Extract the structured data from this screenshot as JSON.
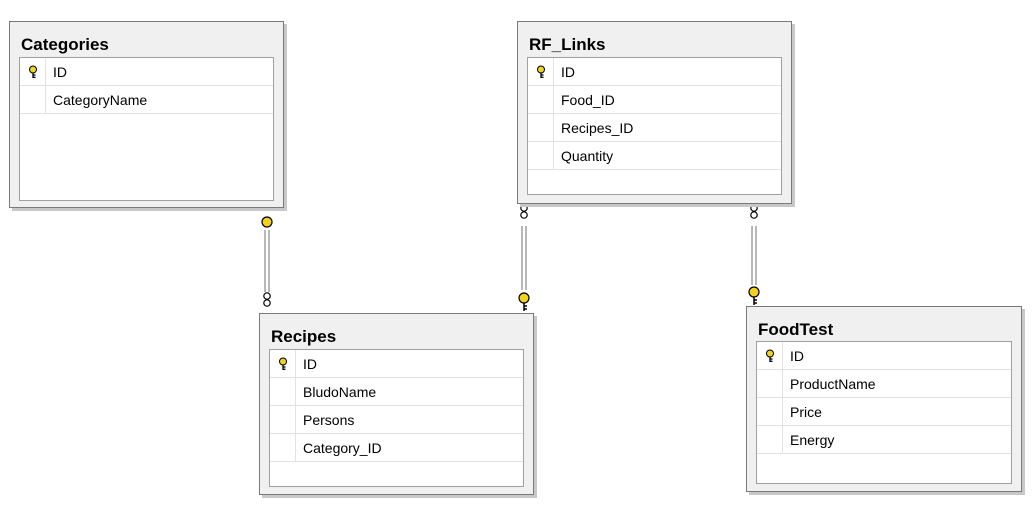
{
  "tables": {
    "categories": {
      "title": "Categories",
      "columns": [
        "ID",
        "CategoryName"
      ],
      "primary_key": "ID"
    },
    "rf_links": {
      "title": "RF_Links",
      "columns": [
        "ID",
        "Food_ID",
        "Recipes_ID",
        "Quantity"
      ],
      "primary_key": "ID"
    },
    "recipes": {
      "title": "Recipes",
      "columns": [
        "ID",
        "BludoName",
        "Persons",
        "Category_ID"
      ],
      "primary_key": "ID"
    },
    "foodtest": {
      "title": "FoodTest",
      "columns": [
        "ID",
        "ProductName",
        "Price",
        "Energy"
      ],
      "primary_key": "ID"
    }
  },
  "relationships": [
    {
      "name": "categories-to-recipes",
      "one": "Categories",
      "many": "Recipes"
    },
    {
      "name": "recipes-to-rf-links",
      "one": "Recipes",
      "many": "RF_Links"
    },
    {
      "name": "foodtest-to-rf-links",
      "one": "FoodTest",
      "many": "RF_Links"
    }
  ],
  "colors": {
    "key": "#f2d21b",
    "connector": "#707070",
    "border": "#7a7a7a",
    "header_bg": "#f0f0f0"
  },
  "icons": {
    "primary_key": "key-icon",
    "one_end": "key-icon",
    "many_end": "infinity-icon"
  }
}
